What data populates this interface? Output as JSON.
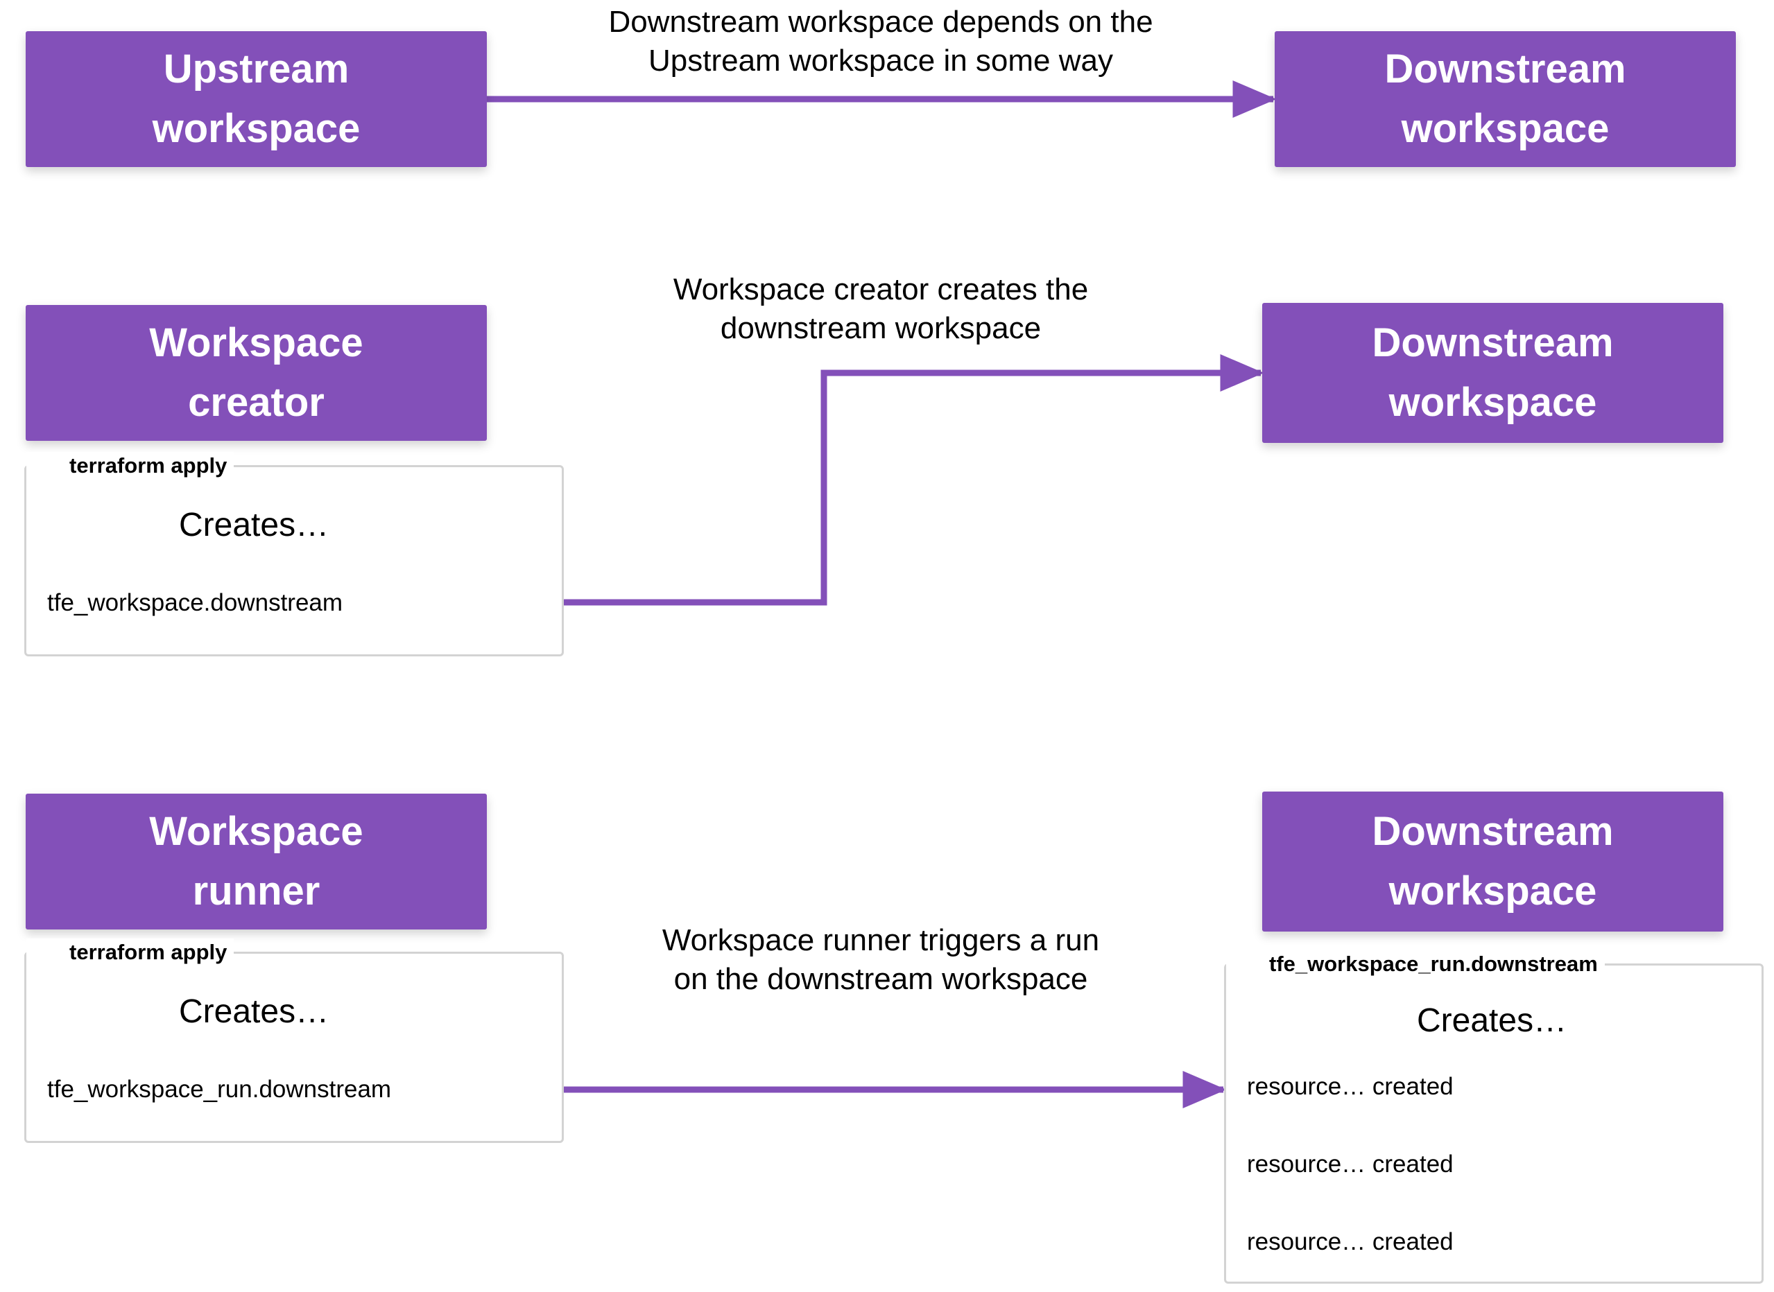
{
  "colors": {
    "box_fill": "#8350b9",
    "arrow": "#8350b9",
    "panel_border": "#d3d3d3"
  },
  "row1": {
    "upstream": {
      "line1": "Upstream",
      "line2": "workspace"
    },
    "downstream": {
      "line1": "Downstream",
      "line2": "workspace"
    },
    "caption": {
      "line1": "Downstream workspace depends on the",
      "line2": "Upstream workspace in some way"
    }
  },
  "row2": {
    "creator": {
      "line1": "Workspace",
      "line2": "creator"
    },
    "downstream": {
      "line1": "Downstream",
      "line2": "workspace"
    },
    "caption": {
      "line1": "Workspace creator creates the",
      "line2": "downstream workspace"
    },
    "panel": {
      "title": "terraform apply",
      "creates": "Creates…",
      "resource": "tfe_workspace.downstream"
    }
  },
  "row3": {
    "runner": {
      "line1": "Workspace",
      "line2": "runner"
    },
    "downstream": {
      "line1": "Downstream",
      "line2": "workspace"
    },
    "caption": {
      "line1": "Workspace runner triggers a run",
      "line2": "on the downstream workspace"
    },
    "panel": {
      "title": "terraform apply",
      "creates": "Creates…",
      "resource": "tfe_workspace_run.downstream"
    },
    "downstream_panel": {
      "title": "tfe_workspace_run.downstream",
      "creates": "Creates…",
      "resources": [
        "resource… created",
        "resource… created",
        "resource… created"
      ]
    }
  }
}
